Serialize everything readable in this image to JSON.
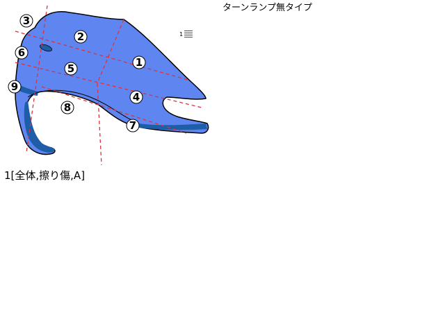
{
  "variant_label": "ターンランプ無タイプ",
  "page_indicator": "1",
  "caption": "1[全体,擦り傷,A]",
  "colors": {
    "panel_fill": "#5f86f0",
    "panel_stroke": "#000000",
    "edge_band": "#1e5ea8",
    "guide_line": "#e0303a"
  },
  "regions": [
    {
      "id": "1",
      "label": "①"
    },
    {
      "id": "2",
      "label": "②"
    },
    {
      "id": "3",
      "label": "③"
    },
    {
      "id": "4",
      "label": "④"
    },
    {
      "id": "5",
      "label": "⑤"
    },
    {
      "id": "6",
      "label": "⑥"
    },
    {
      "id": "7",
      "label": "⑦"
    },
    {
      "id": "8",
      "label": "⑧"
    },
    {
      "id": "9",
      "label": "⑨"
    }
  ],
  "icons": {
    "page_menu": "list-lines-icon"
  }
}
